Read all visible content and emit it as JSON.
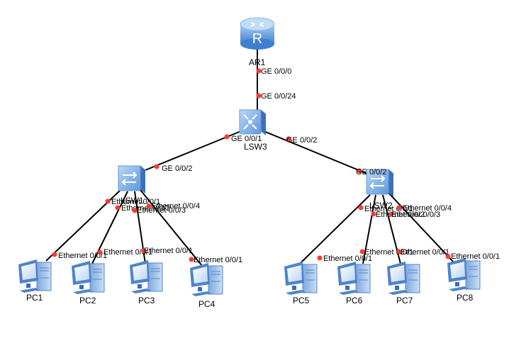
{
  "topology": {
    "devices": [
      {
        "id": "AR1",
        "label": "AR1",
        "type": "router"
      },
      {
        "id": "LSW3",
        "label": "LSW3",
        "type": "core-switch"
      },
      {
        "id": "LSW1",
        "label": "LSW1",
        "type": "switch"
      },
      {
        "id": "LSW2",
        "label": "LSW2",
        "type": "switch"
      },
      {
        "id": "PC1",
        "label": "PC1",
        "type": "pc"
      },
      {
        "id": "PC2",
        "label": "PC2",
        "type": "pc"
      },
      {
        "id": "PC3",
        "label": "PC3",
        "type": "pc"
      },
      {
        "id": "PC4",
        "label": "PC4",
        "type": "pc"
      },
      {
        "id": "PC5",
        "label": "PC5",
        "type": "pc"
      },
      {
        "id": "PC6",
        "label": "PC6",
        "type": "pc"
      },
      {
        "id": "PC7",
        "label": "PC7",
        "type": "pc"
      },
      {
        "id": "PC8",
        "label": "PC8",
        "type": "pc"
      }
    ],
    "links": [
      {
        "a": "AR1",
        "a_port": "GE 0/0/0",
        "b": "LSW3",
        "b_port": "GE 0/0/24"
      },
      {
        "a": "LSW3",
        "a_port": "GE 0/0/1",
        "b": "LSW1",
        "b_port": "GE 0/0/2"
      },
      {
        "a": "LSW3",
        "a_port": "GE 0/0/2",
        "b": "LSW2",
        "b_port": "GE 0/0/2"
      },
      {
        "a": "LSW1",
        "a_port": "Ethernet 0/0/1",
        "b": "PC1",
        "b_port": "Ethernet 0/0/1"
      },
      {
        "a": "LSW1",
        "a_port": "Ethernet 0/0/2",
        "b": "PC2",
        "b_port": "Ethernet 0/0/1"
      },
      {
        "a": "LSW1",
        "a_port": "Ethernet 0/0/3",
        "b": "PC3",
        "b_port": "Ethernet 0/0/1"
      },
      {
        "a": "LSW1",
        "a_port": "Ethernet 0/0/4",
        "b": "PC4",
        "b_port": "Ethernet 0/0/1"
      },
      {
        "a": "LSW2",
        "a_port": "Ethernet 0/0/1",
        "b": "PC5",
        "b_port": "Ethernet 0/0/1"
      },
      {
        "a": "LSW2",
        "a_port": "Ethernet 0/0/2",
        "b": "PC6",
        "b_port": "Ethernet 0/0/1"
      },
      {
        "a": "LSW2",
        "a_port": "Ethernet 0/0/3",
        "b": "PC7",
        "b_port": "Ethernet 0/0/1"
      },
      {
        "a": "LSW2",
        "a_port": "Ethernet 0/0/4",
        "b": "PC8",
        "b_port": "Ethernet 0/0/1"
      }
    ],
    "colors": {
      "link": "#000000",
      "port_dot": "#ff3b30",
      "device_blue": "#5b8fd6",
      "background": "#ffffff"
    }
  }
}
